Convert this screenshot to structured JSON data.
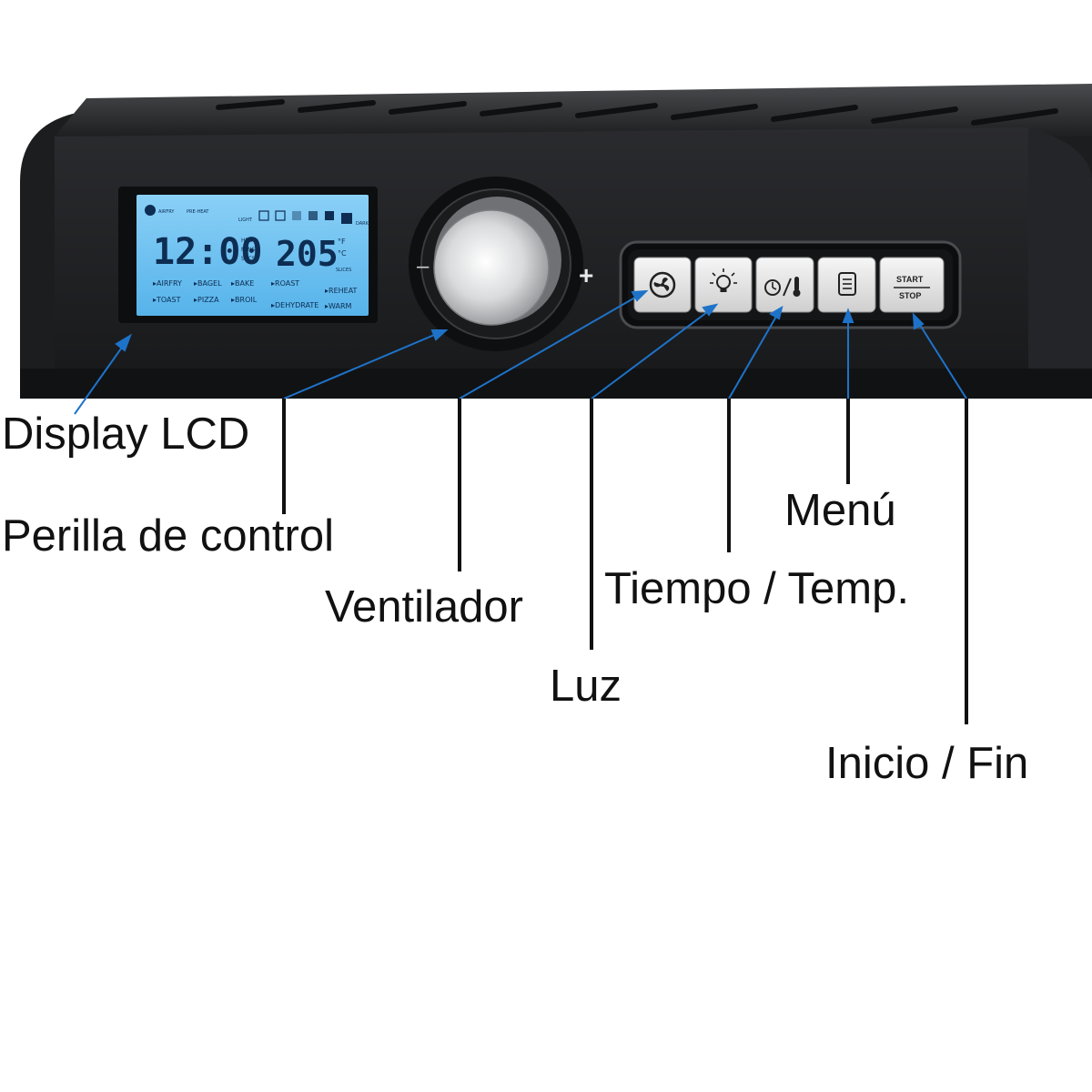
{
  "colors": {
    "body": "#1c1d1f",
    "lcd_backlight": "#6fc3f2",
    "lcd_segment": "#0d2d52",
    "arrow_blue": "#1e73c8",
    "leader_black": "#111111"
  },
  "lcd": {
    "time": "12:00",
    "time_units": [
      "HRS",
      "MINS",
      "SECS"
    ],
    "temperature": "205",
    "temp_units": [
      "°F",
      "°C"
    ],
    "top_indicators": [
      "AIRFRY",
      "PRE-HEAT",
      "LIGHT",
      "DARK"
    ],
    "slices_label": "SLICES",
    "presets_row1": [
      "▸AIRFRY",
      "▸BAGEL",
      "▸BAKE",
      "▸ROAST",
      "▸REHEAT"
    ],
    "presets_row2": [
      "▸TOAST",
      "▸PIZZA",
      "▸BROIL",
      "▸DEHYDRATE",
      "▸WARM"
    ]
  },
  "knob": {
    "minus": "–",
    "plus": "+"
  },
  "buttons": {
    "fan_icon": "fan-icon",
    "light_icon": "bulb-icon",
    "time_temp_icon": "clock-thermometer-icon",
    "menu_icon": "menu-list-icon",
    "start": "START",
    "stop": "STOP"
  },
  "labels": {
    "lcd": "Display LCD",
    "knob": "Perilla de control",
    "fan": "Ventilador",
    "light": "Luz",
    "time_temp": "Tiempo / Temp.",
    "menu": "Menú",
    "start_stop": "Inicio / Fin"
  }
}
